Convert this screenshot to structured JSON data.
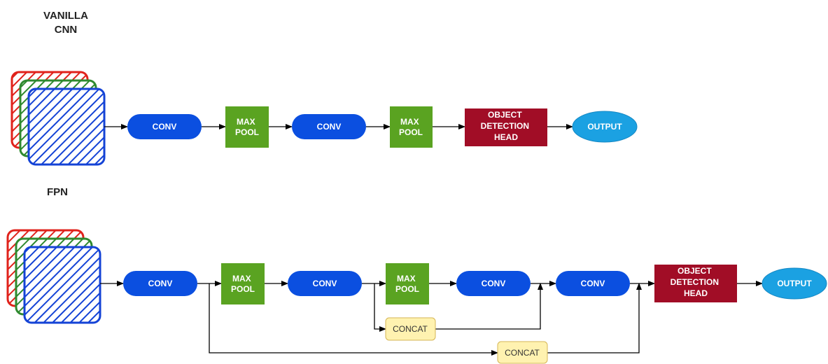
{
  "titles": {
    "vanilla_line1": "VANILLA",
    "vanilla_line2": "CNN",
    "fpn": "FPN"
  },
  "colors": {
    "conv": "#0b4fe0",
    "maxpool": "#5aa321",
    "head": "#a10d26",
    "output": "#1ba1e2",
    "concat_fill": "#fff2b0",
    "concat_stroke": "#d6b656",
    "layer_red": "#e0221b",
    "layer_green": "#2f8a2f",
    "layer_blue": "#1443d6",
    "arrow": "#000000"
  },
  "vanilla": {
    "conv1": "CONV",
    "pool1": [
      "MAX",
      "POOL"
    ],
    "conv2": "CONV",
    "pool2": [
      "MAX",
      "POOL"
    ],
    "head": [
      "OBJECT",
      "DETECTION",
      "HEAD"
    ],
    "output": "OUTPUT"
  },
  "fpn_diagram": {
    "conv1": "CONV",
    "pool1": [
      "MAX",
      "POOL"
    ],
    "conv2": "CONV",
    "pool2": [
      "MAX",
      "POOL"
    ],
    "conv3": "CONV",
    "conv4": "CONV",
    "head": [
      "OBJECT",
      "DETECTION",
      "HEAD"
    ],
    "output": "OUTPUT",
    "concat1": "CONCAT",
    "concat2": "CONCAT"
  }
}
